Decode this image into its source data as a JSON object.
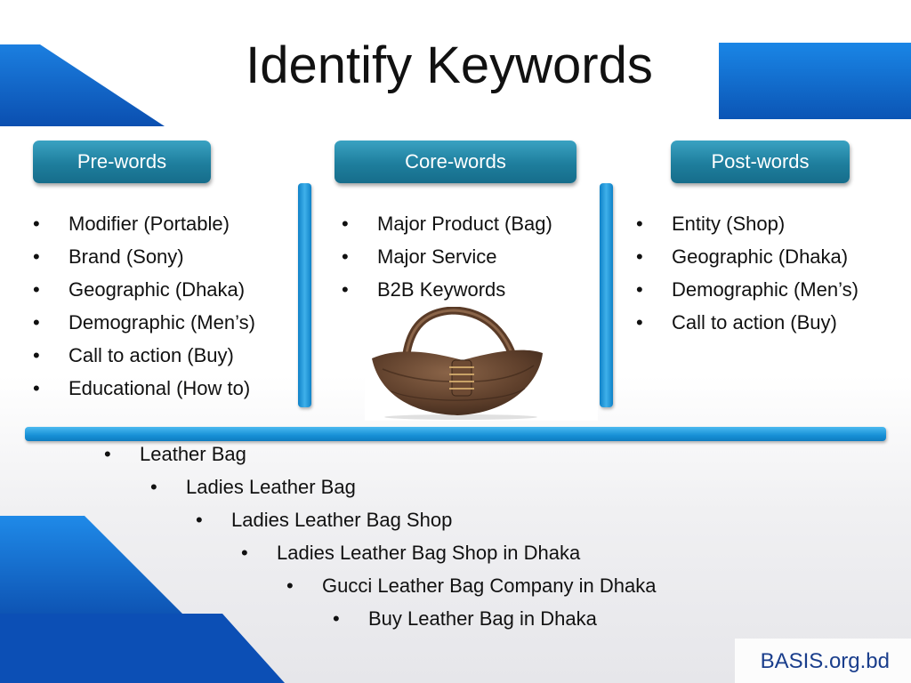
{
  "title": "Identify Keywords",
  "columns": [
    {
      "header": "Pre-words",
      "items": [
        "Modifier (Portable)",
        "Brand (Sony)",
        "Geographic (Dhaka)",
        "Demographic (Men’s)",
        "Call to action (Buy)",
        "Educational (How to)"
      ]
    },
    {
      "header": "Core-words",
      "items": [
        "Major Product (Bag)",
        "Major Service",
        "B2B Keywords"
      ]
    },
    {
      "header": "Post-words",
      "items": [
        "Entity (Shop)",
        "Geographic (Dhaka)",
        "Demographic (Men’s)",
        "Call to action (Buy)"
      ]
    }
  ],
  "examples": [
    "Leather Bag",
    "Ladies Leather Bag",
    "Ladies Leather Bag Shop",
    "Ladies Leather Bag Shop in Dhaka",
    "Gucci Leather Bag Company in Dhaka",
    "Buy Leather Bag in Dhaka"
  ],
  "footer": "BASIS.org.bd",
  "colors": {
    "header": "#1e7e9d",
    "accent": "#1790d6",
    "decor": "#0d5fc0"
  }
}
